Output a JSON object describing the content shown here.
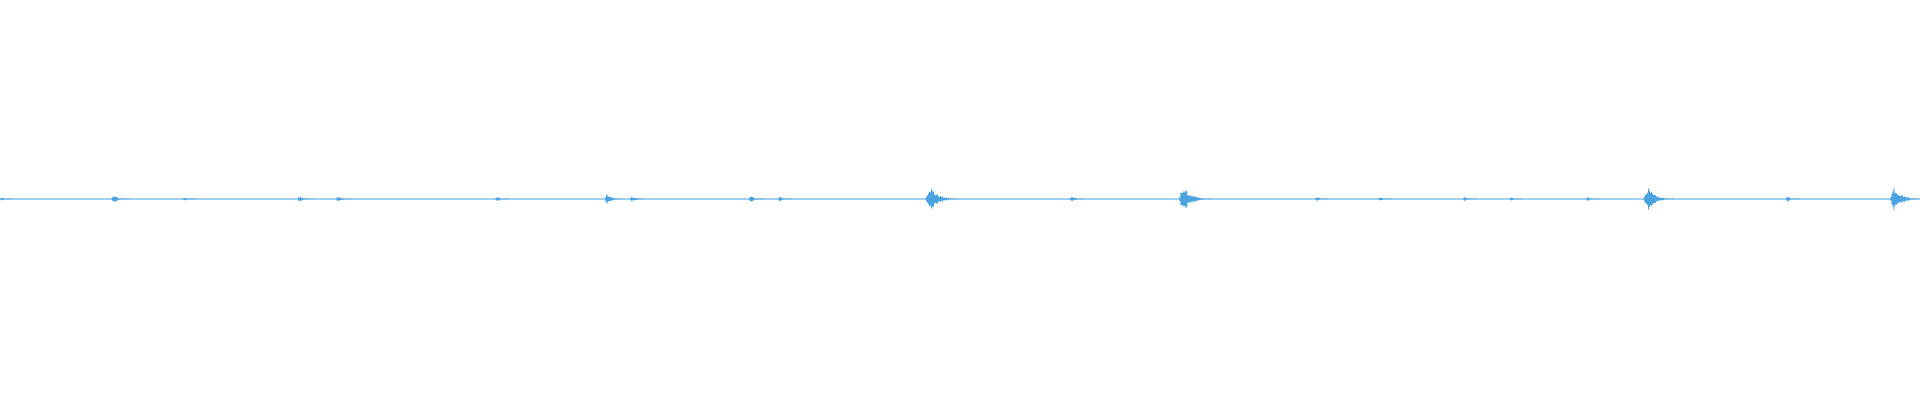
{
  "waveform": {
    "wave_color": "#4aa3df",
    "background_color": "#ffffff",
    "baseline_level": 0.0,
    "peak_amplitude_range": [
      -1.0,
      1.0
    ],
    "bursts": [
      {
        "position": 0.0,
        "amplitude": 0.01
      },
      {
        "position": 0.058,
        "amplitude": 0.025
      },
      {
        "position": 0.095,
        "amplitude": 0.012
      },
      {
        "position": 0.155,
        "amplitude": 0.02
      },
      {
        "position": 0.175,
        "amplitude": 0.02
      },
      {
        "position": 0.258,
        "amplitude": 0.015
      },
      {
        "position": 0.315,
        "amplitude": 0.03
      },
      {
        "position": 0.328,
        "amplitude": 0.02
      },
      {
        "position": 0.39,
        "amplitude": 0.02
      },
      {
        "position": 0.405,
        "amplitude": 0.015
      },
      {
        "position": 0.482,
        "amplitude": 0.08
      },
      {
        "position": 0.557,
        "amplitude": 0.02
      },
      {
        "position": 0.614,
        "amplitude": 0.075
      },
      {
        "position": 0.685,
        "amplitude": 0.012
      },
      {
        "position": 0.718,
        "amplitude": 0.012
      },
      {
        "position": 0.762,
        "amplitude": 0.015
      },
      {
        "position": 0.786,
        "amplitude": 0.012
      },
      {
        "position": 0.826,
        "amplitude": 0.012
      },
      {
        "position": 0.856,
        "amplitude": 0.07
      },
      {
        "position": 0.93,
        "amplitude": 0.015
      },
      {
        "position": 0.986,
        "amplitude": 0.075
      }
    ]
  }
}
